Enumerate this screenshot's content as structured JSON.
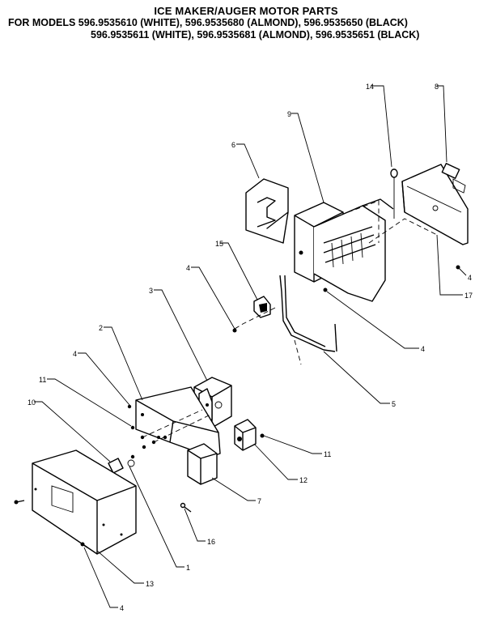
{
  "header": {
    "title": "ICE MAKER/AUGER MOTOR PARTS",
    "models_line1": "FOR MODELS 596.9535610 (WHITE), 596.9535680 (ALMOND), 596.9535650 (BLACK)",
    "models_line2": "596.9535611 (WHITE), 596.9535681 (ALMOND), 596.9535651 (BLACK)"
  },
  "callouts": [
    {
      "id": "c14",
      "label": "14"
    },
    {
      "id": "c8",
      "label": "8"
    },
    {
      "id": "c9",
      "label": "9"
    },
    {
      "id": "c6",
      "label": "6"
    },
    {
      "id": "c15",
      "label": "15"
    },
    {
      "id": "c4a",
      "label": "4"
    },
    {
      "id": "c4b",
      "label": "4"
    },
    {
      "id": "c17",
      "label": "17"
    },
    {
      "id": "c4c",
      "label": "4"
    },
    {
      "id": "c3",
      "label": "3"
    },
    {
      "id": "c2",
      "label": "2"
    },
    {
      "id": "c4d",
      "label": "4"
    },
    {
      "id": "c11a",
      "label": "11"
    },
    {
      "id": "c10",
      "label": "10"
    },
    {
      "id": "c5",
      "label": "5"
    },
    {
      "id": "c11b",
      "label": "11"
    },
    {
      "id": "c12",
      "label": "12"
    },
    {
      "id": "c7",
      "label": "7"
    },
    {
      "id": "c16",
      "label": "16"
    },
    {
      "id": "c1",
      "label": "1"
    },
    {
      "id": "c13",
      "label": "13"
    },
    {
      "id": "c4e",
      "label": "4"
    }
  ]
}
